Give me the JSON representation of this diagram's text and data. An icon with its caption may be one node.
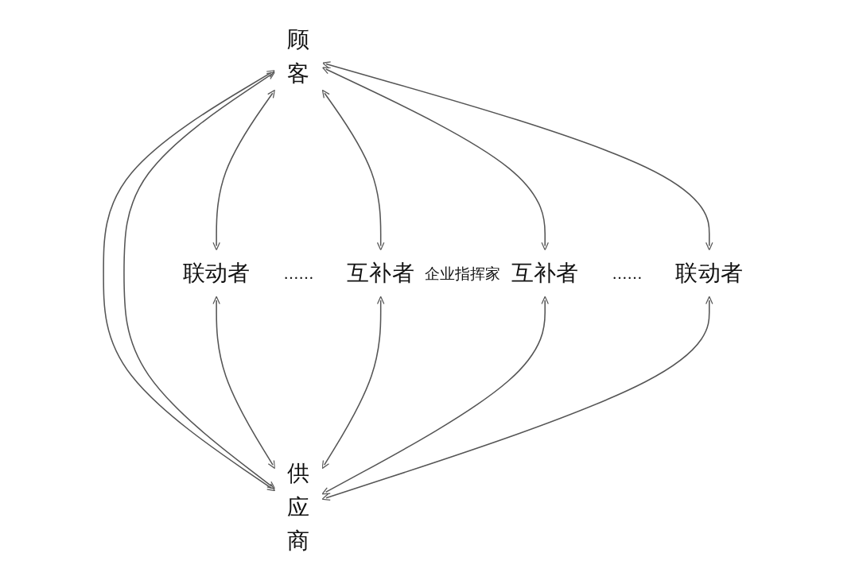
{
  "diagram": {
    "nodes": [
      {
        "text": [
          "顾客"
        ]
      },
      {
        "text": [
          "联动者"
        ]
      },
      {
        "text": [
          "互补者"
        ]
      },
      {
        "text": [
          "互补者"
        ]
      },
      {
        "text": [
          "联动者"
        ]
      },
      {
        "text": [
          "供应商"
        ]
      }
    ],
    "edges": [
      {
        "from": 0,
        "to": 1,
        "arrow": "both"
      },
      {
        "from": 0,
        "to": 2,
        "arrow": "both"
      },
      {
        "from": 0,
        "to": 5,
        "arrow": "both"
      },
      {
        "from": 0,
        "to": 5,
        "arrow": "both"
      },
      {
        "from": 0,
        "to": 3,
        "arrow": "both"
      },
      {
        "from": 0,
        "to": 4,
        "arrow": "both"
      },
      {
        "from": 1,
        "to": 5,
        "arrow": "both"
      },
      {
        "from": 2,
        "to": 5,
        "arrow": "both"
      },
      {
        "from": 3,
        "to": 5,
        "arrow": "both"
      },
      {
        "from": 4,
        "to": 5,
        "arrow": "both"
      }
    ],
    "labels": [
      "……",
      "企业指挥家",
      "……"
    ]
  }
}
